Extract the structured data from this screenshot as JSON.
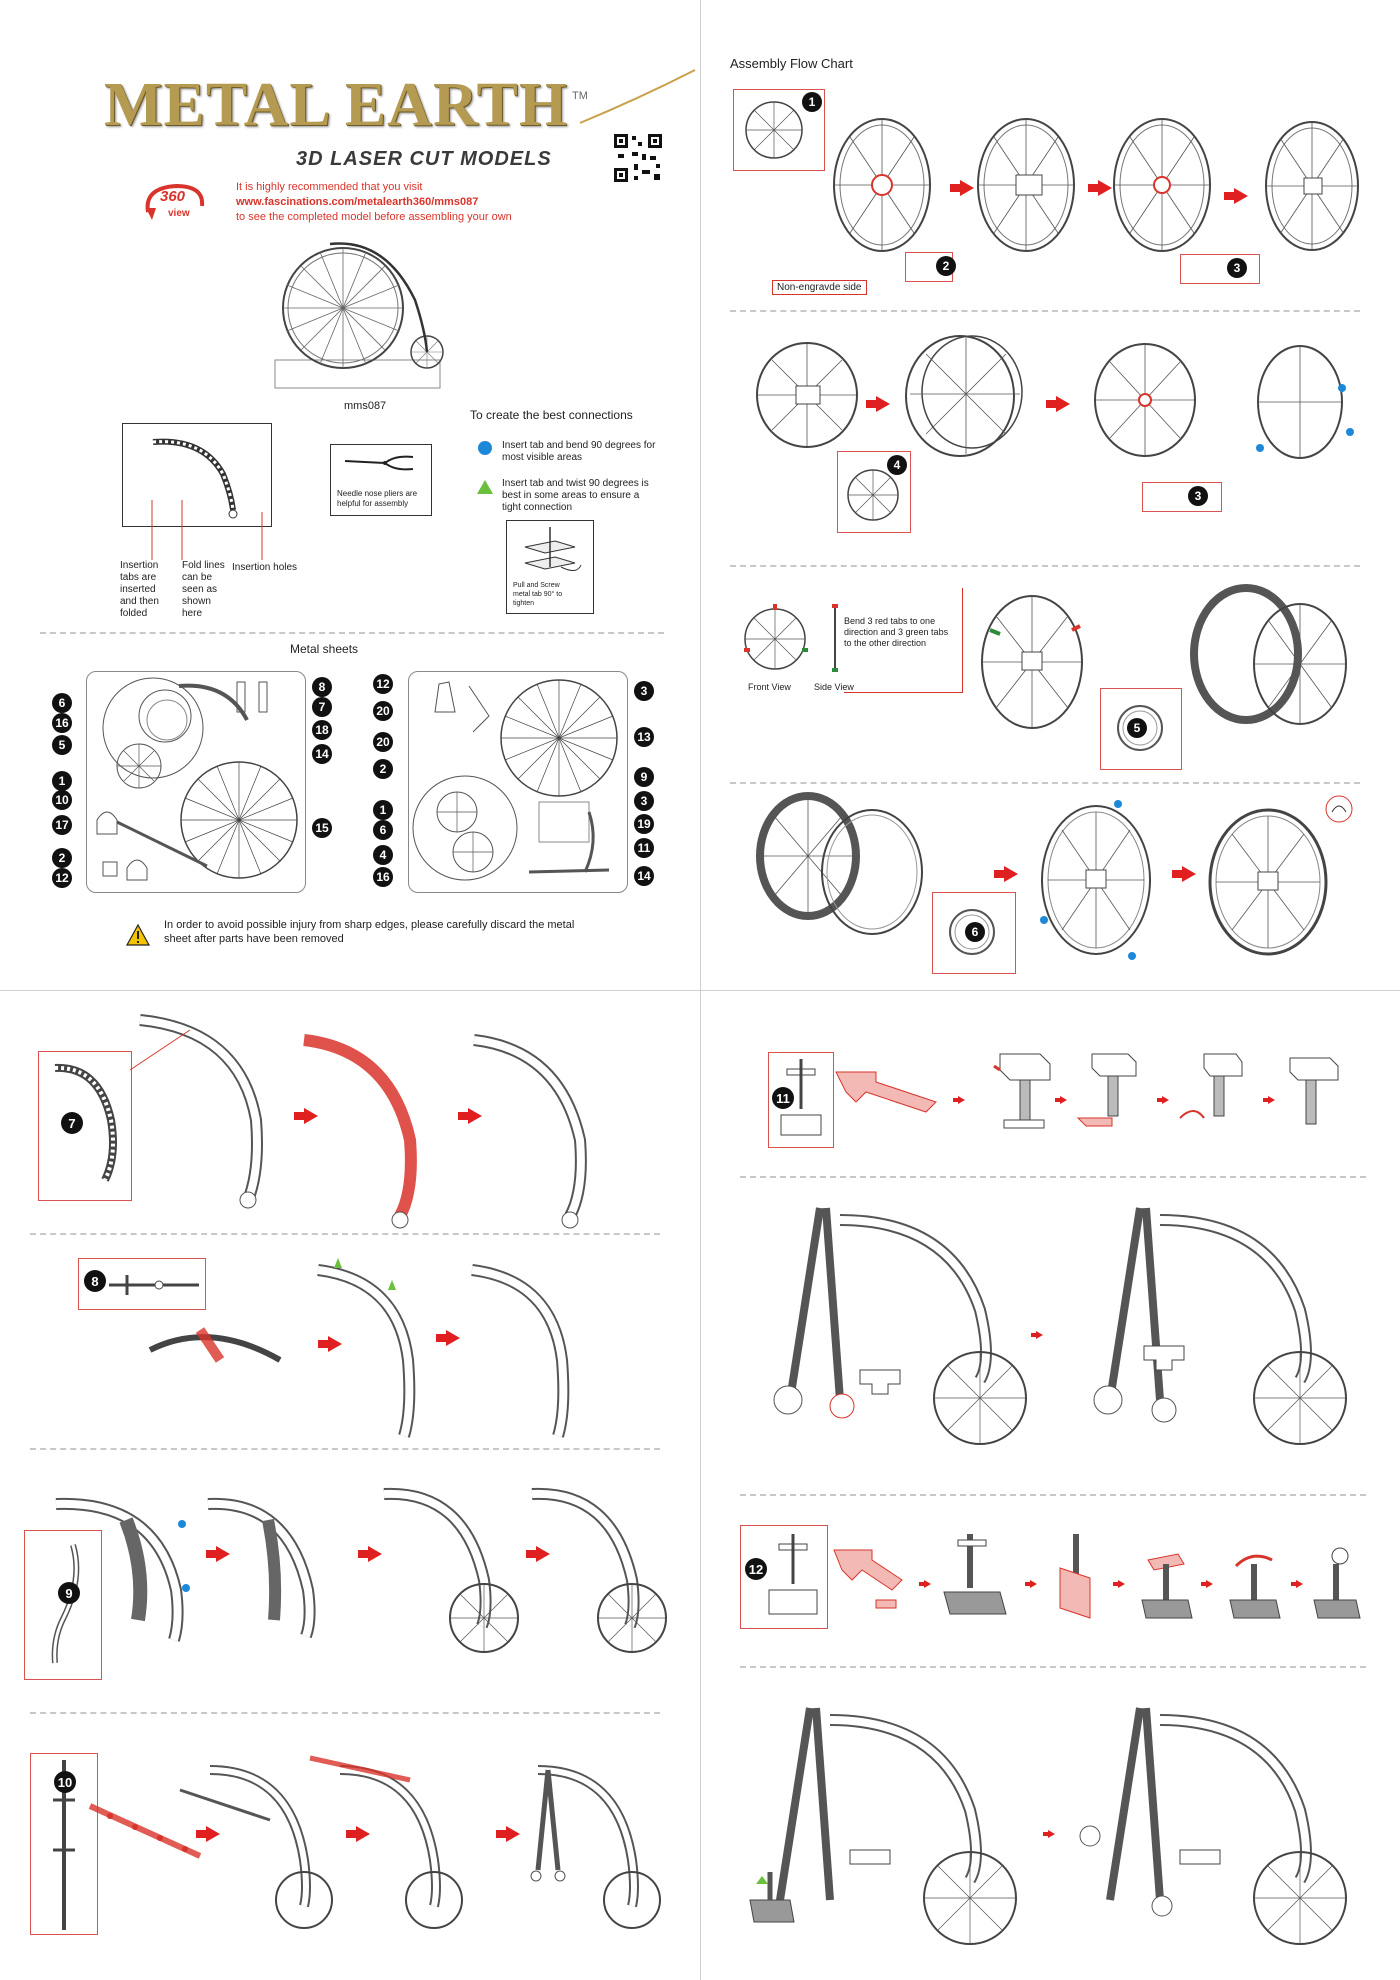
{
  "logo": {
    "title": "METAL EARTH",
    "tm": "TM",
    "subtitle": "3D LASER CUT MODELS",
    "badge_number": "360",
    "badge_word": "view"
  },
  "intro": {
    "line1": "It is highly recommended that you visit",
    "line2": "www.fascinations.com/metalearth360/mms087",
    "line3": "to see the completed model before assembling your own"
  },
  "model_code": "mms087",
  "tips": {
    "heading": "To create the best connections",
    "blue_tip": "Insert tab and bend 90 degrees for most visible areas",
    "green_tip": "Insert tab and twist 90 degrees is best in some areas to ensure a tight connection",
    "pliers_note": "Needle nose pliers are helpful for assembly",
    "twist_note": "Pull and Screw metal tab 90° to tighten"
  },
  "legend": {
    "insertion_tabs": "Insertion tabs are inserted and then folded",
    "fold_lines": "Fold lines can be seen as shown here",
    "insertion_holes": "Insertion holes"
  },
  "metal_sheets": {
    "heading": "Metal sheets",
    "left_numbers": [
      "6",
      "16",
      "5",
      "1",
      "10",
      "17",
      "2",
      "12"
    ],
    "left_right_numbers": [
      "8",
      "7",
      "18",
      "14",
      "15"
    ],
    "right_left_numbers": [
      "12",
      "20",
      "20",
      "2",
      "1",
      "6",
      "4",
      "16"
    ],
    "right_numbers": [
      "3",
      "13",
      "9",
      "3",
      "19",
      "11",
      "14"
    ]
  },
  "warning": "In order to avoid possible injury from sharp edges, please carefully discard the metal sheet after parts have been removed",
  "flow": {
    "heading": "Assembly Flow Chart",
    "non_engraved": "Non-engravde side",
    "bend_note": "Bend 3 red tabs to one direction and 3 green tabs to the other direction",
    "front_view": "Front View",
    "side_view": "Side  View"
  },
  "steps": {
    "s1": "1",
    "s2": "2",
    "s3": "3",
    "s4": "4",
    "s5": "5",
    "s6": "6",
    "s7": "7",
    "s8": "8",
    "s9": "9",
    "s10": "10",
    "s11": "11",
    "s12": "12"
  },
  "colors": {
    "accent_red": "#d9342b",
    "gold": "#b59a52",
    "blue_dot": "#1e88d8",
    "green_tri": "#6abf3c"
  }
}
